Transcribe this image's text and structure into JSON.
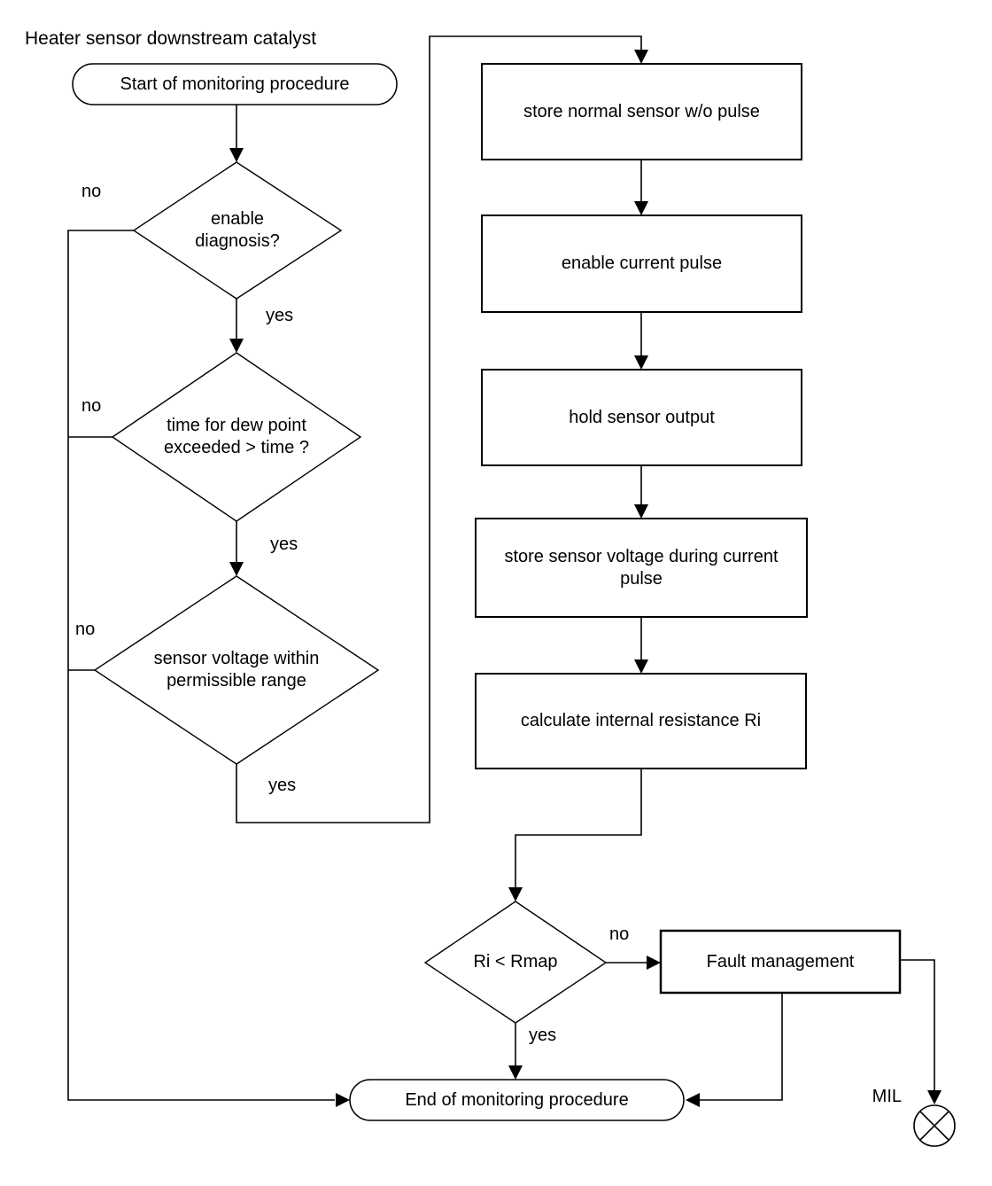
{
  "title": "Heater sensor downstream catalyst",
  "nodes": {
    "start": "Start of monitoring procedure",
    "enable_diagnosis": "enable diagnosis?",
    "dew_point": "time for dew point exceeded > time ?",
    "voltage_range": "sensor voltage within permissible range",
    "store_normal": "store normal sensor w/o pulse",
    "enable_pulse": "enable current pulse",
    "hold_output": "hold sensor output",
    "store_voltage": "store sensor voltage during current pulse",
    "calc_ri": "calculate internal resistance Ri",
    "ri_rmap": "Ri < Rmap",
    "fault": "Fault management",
    "end": "End of monitoring procedure",
    "mil": "MIL"
  },
  "branches": {
    "d1_no": "no",
    "d1_yes": "yes",
    "d2_no": "no",
    "d2_yes": "yes",
    "d3_no": "no",
    "d3_yes": "yes",
    "d4_no": "no",
    "d4_yes": "yes"
  },
  "colors": {
    "line": "#000000",
    "background": "#ffffff"
  }
}
